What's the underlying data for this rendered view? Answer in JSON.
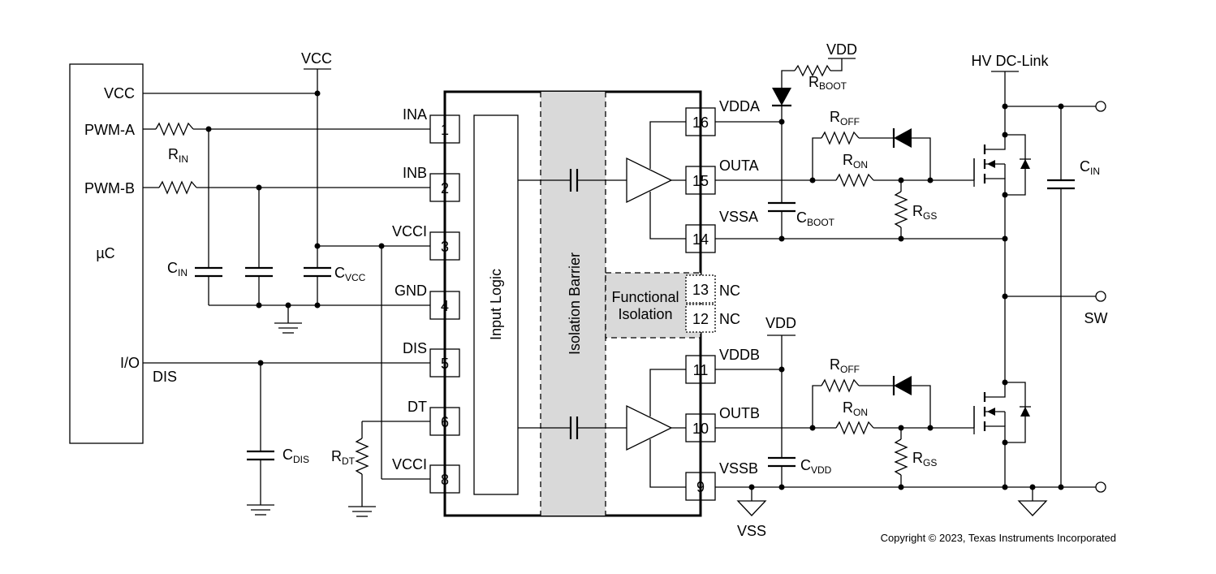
{
  "mcu": {
    "name": "µC",
    "pins": [
      "VCC",
      "PWM-A",
      "PWM-B",
      "I/O"
    ],
    "dis_label": "DIS"
  },
  "rails": {
    "vcc_top": "VCC",
    "vdd_top": "VDD",
    "vdd_mid": "VDD",
    "hv": "HV DC-Link",
    "sw": "SW",
    "vss": "VSS"
  },
  "components": {
    "r_in": {
      "main": "R",
      "sub": "IN"
    },
    "c_in_left": {
      "main": "C",
      "sub": "IN"
    },
    "c_vcc": {
      "main": "C",
      "sub": "VCC"
    },
    "c_dis": {
      "main": "C",
      "sub": "DIS"
    },
    "r_dt": {
      "main": "R",
      "sub": "DT"
    },
    "r_boot": {
      "main": "R",
      "sub": "BOOT"
    },
    "c_boot": {
      "main": "C",
      "sub": "BOOT"
    },
    "c_vdd": {
      "main": "C",
      "sub": "VDD"
    },
    "r_off_a": {
      "main": "R",
      "sub": "OFF"
    },
    "r_on_a": {
      "main": "R",
      "sub": "ON"
    },
    "r_gs_a": {
      "main": "R",
      "sub": "GS"
    },
    "r_off_b": {
      "main": "R",
      "sub": "OFF"
    },
    "r_on_b": {
      "main": "R",
      "sub": "ON"
    },
    "r_gs_b": {
      "main": "R",
      "sub": "GS"
    },
    "c_in_right": {
      "main": "C",
      "sub": "IN"
    }
  },
  "chip": {
    "input_logic": "Input Logic",
    "isolation_barrier": "Isolation Barrier",
    "functional_isolation_1": "Functional",
    "functional_isolation_2": "Isolation",
    "left_pins": [
      {
        "num": "1",
        "name": "INA"
      },
      {
        "num": "2",
        "name": "INB"
      },
      {
        "num": "3",
        "name": "VCCI"
      },
      {
        "num": "4",
        "name": "GND"
      },
      {
        "num": "5",
        "name": "DIS"
      },
      {
        "num": "6",
        "name": "DT"
      },
      {
        "num": "8",
        "name": "VCCI"
      }
    ],
    "right_pins": [
      {
        "num": "16",
        "name": "VDDA"
      },
      {
        "num": "15",
        "name": "OUTA"
      },
      {
        "num": "14",
        "name": "VSSA"
      },
      {
        "num": "13",
        "name": "NC"
      },
      {
        "num": "12",
        "name": "NC"
      },
      {
        "num": "11",
        "name": "VDDB"
      },
      {
        "num": "10",
        "name": "OUTB"
      },
      {
        "num": "9",
        "name": "VSSB"
      }
    ]
  },
  "copyright": "Copyright © 2023, Texas Instruments Incorporated"
}
